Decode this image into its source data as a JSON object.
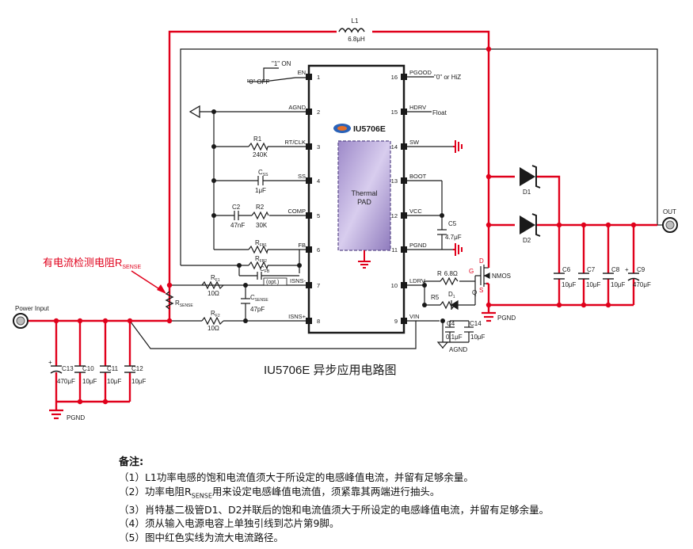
{
  "diagram": {
    "title": "IU5706E 异步应用电路图",
    "chip": {
      "part_number": "IU5706E",
      "thermal_pad": [
        "Thermal",
        "PAD"
      ],
      "left_pins": [
        {
          "num": "1",
          "name": "EN"
        },
        {
          "num": "2",
          "name": "AGND"
        },
        {
          "num": "3",
          "name": "RT/CLK"
        },
        {
          "num": "4",
          "name": "SS"
        },
        {
          "num": "5",
          "name": "COMP"
        },
        {
          "num": "6",
          "name": "FB"
        },
        {
          "num": "7",
          "name": "ISNS-"
        },
        {
          "num": "8",
          "name": "ISNS+"
        }
      ],
      "right_pins": [
        {
          "num": "16",
          "name": "PGOOD"
        },
        {
          "num": "15",
          "name": "HDRV"
        },
        {
          "num": "14",
          "name": "SW"
        },
        {
          "num": "13",
          "name": "BOOT"
        },
        {
          "num": "12",
          "name": "VCC"
        },
        {
          "num": "11",
          "name": "PGND"
        },
        {
          "num": "10",
          "name": "LDRV"
        },
        {
          "num": "9",
          "name": "VIN"
        }
      ]
    },
    "labels": {
      "en_on": "\"1\" ON",
      "en_off": "\"0\" OFF",
      "pgood_note": "\"0\" or HiZ",
      "hdrv_note": "Float",
      "power_input": "Power Input",
      "out": "OUT",
      "pgnd": "PGND",
      "agnd": "AGND",
      "nmos": "NMOS",
      "gate": "G",
      "drain": "D",
      "source": "S",
      "q": "Q",
      "opt": "(opt.)"
    },
    "sense_label": {
      "main": "有电流检测电阻R",
      "sub": "SENSE"
    },
    "components": {
      "L1": {
        "name": "L1",
        "value": "6.8μH"
      },
      "R1": {
        "name": "R1",
        "value": "240K"
      },
      "Css": {
        "name": "C",
        "sub": "SS",
        "value": "1μF"
      },
      "C2": {
        "name": "C2",
        "value": "47nF"
      },
      "R2": {
        "name": "R2",
        "value": "30K"
      },
      "Rfb1": {
        "name": "R",
        "sub": "FB1"
      },
      "Rfb2": {
        "name": "R",
        "sub": "FB2"
      },
      "Cfb": {
        "name": "C",
        "sub": "FB"
      },
      "Rf1": {
        "name": "R",
        "sub": "F1",
        "value": "10Ω"
      },
      "Rf2": {
        "name": "R",
        "sub": "F2",
        "value": "10Ω"
      },
      "Csense": {
        "name": "C",
        "sub": "SENSE",
        "value": "47pF"
      },
      "Rsense": {
        "name": "R",
        "sub": "SENSE"
      },
      "C5": {
        "name": "C5",
        "value": "4.7μF"
      },
      "R_ldrv": {
        "name": "R",
        "value": "6.8Ω"
      },
      "R5": {
        "name": "R5"
      },
      "D_ldrv": {
        "name": "D",
        "sub": "1"
      },
      "C4": {
        "name": "C4",
        "value": "0.1μF"
      },
      "C14": {
        "name": "C14",
        "value": "10μF"
      },
      "D1": {
        "name": "D1"
      },
      "D2": {
        "name": "D2"
      },
      "C6": {
        "name": "C6",
        "value": "10μF"
      },
      "C7": {
        "name": "C7",
        "value": "10μF"
      },
      "C8": {
        "name": "C8",
        "value": "10μF"
      },
      "C9": {
        "name": "C9",
        "value": "470μF"
      },
      "C13": {
        "name": "C13",
        "value": "470μF"
      },
      "C10": {
        "name": "C10",
        "value": "10μF"
      },
      "C11": {
        "name": "C11",
        "value": "10μF"
      },
      "C12": {
        "name": "C12",
        "value": "10μF"
      }
    },
    "colors": {
      "power_path": "#e0001b",
      "wire": "#1a1a1a",
      "thermal_pad": "#b7a6d9",
      "sense_label": "#e0001b"
    }
  },
  "notes": {
    "title": "备注:",
    "items": [
      {
        "pre": "（1）L1功率电感的饱和电流值须大于所设定的电感峰值电流，并留有足够余量。"
      },
      {
        "pre": "（2）功率电阻R",
        "sub": "SENSE",
        "post": "用来设定电感峰值电流值，须紧靠其两端进行抽头。"
      },
      {
        "pre": "（3）肖特基二极管D1、D2并联后的饱和电流值须大于所设定的电感峰值电流，并留有足够余量。"
      },
      {
        "pre": "（4）须从输入电源电容上单独引线到芯片第9脚。"
      },
      {
        "pre": "（5）图中红色实线为流大电流路径。"
      }
    ]
  }
}
